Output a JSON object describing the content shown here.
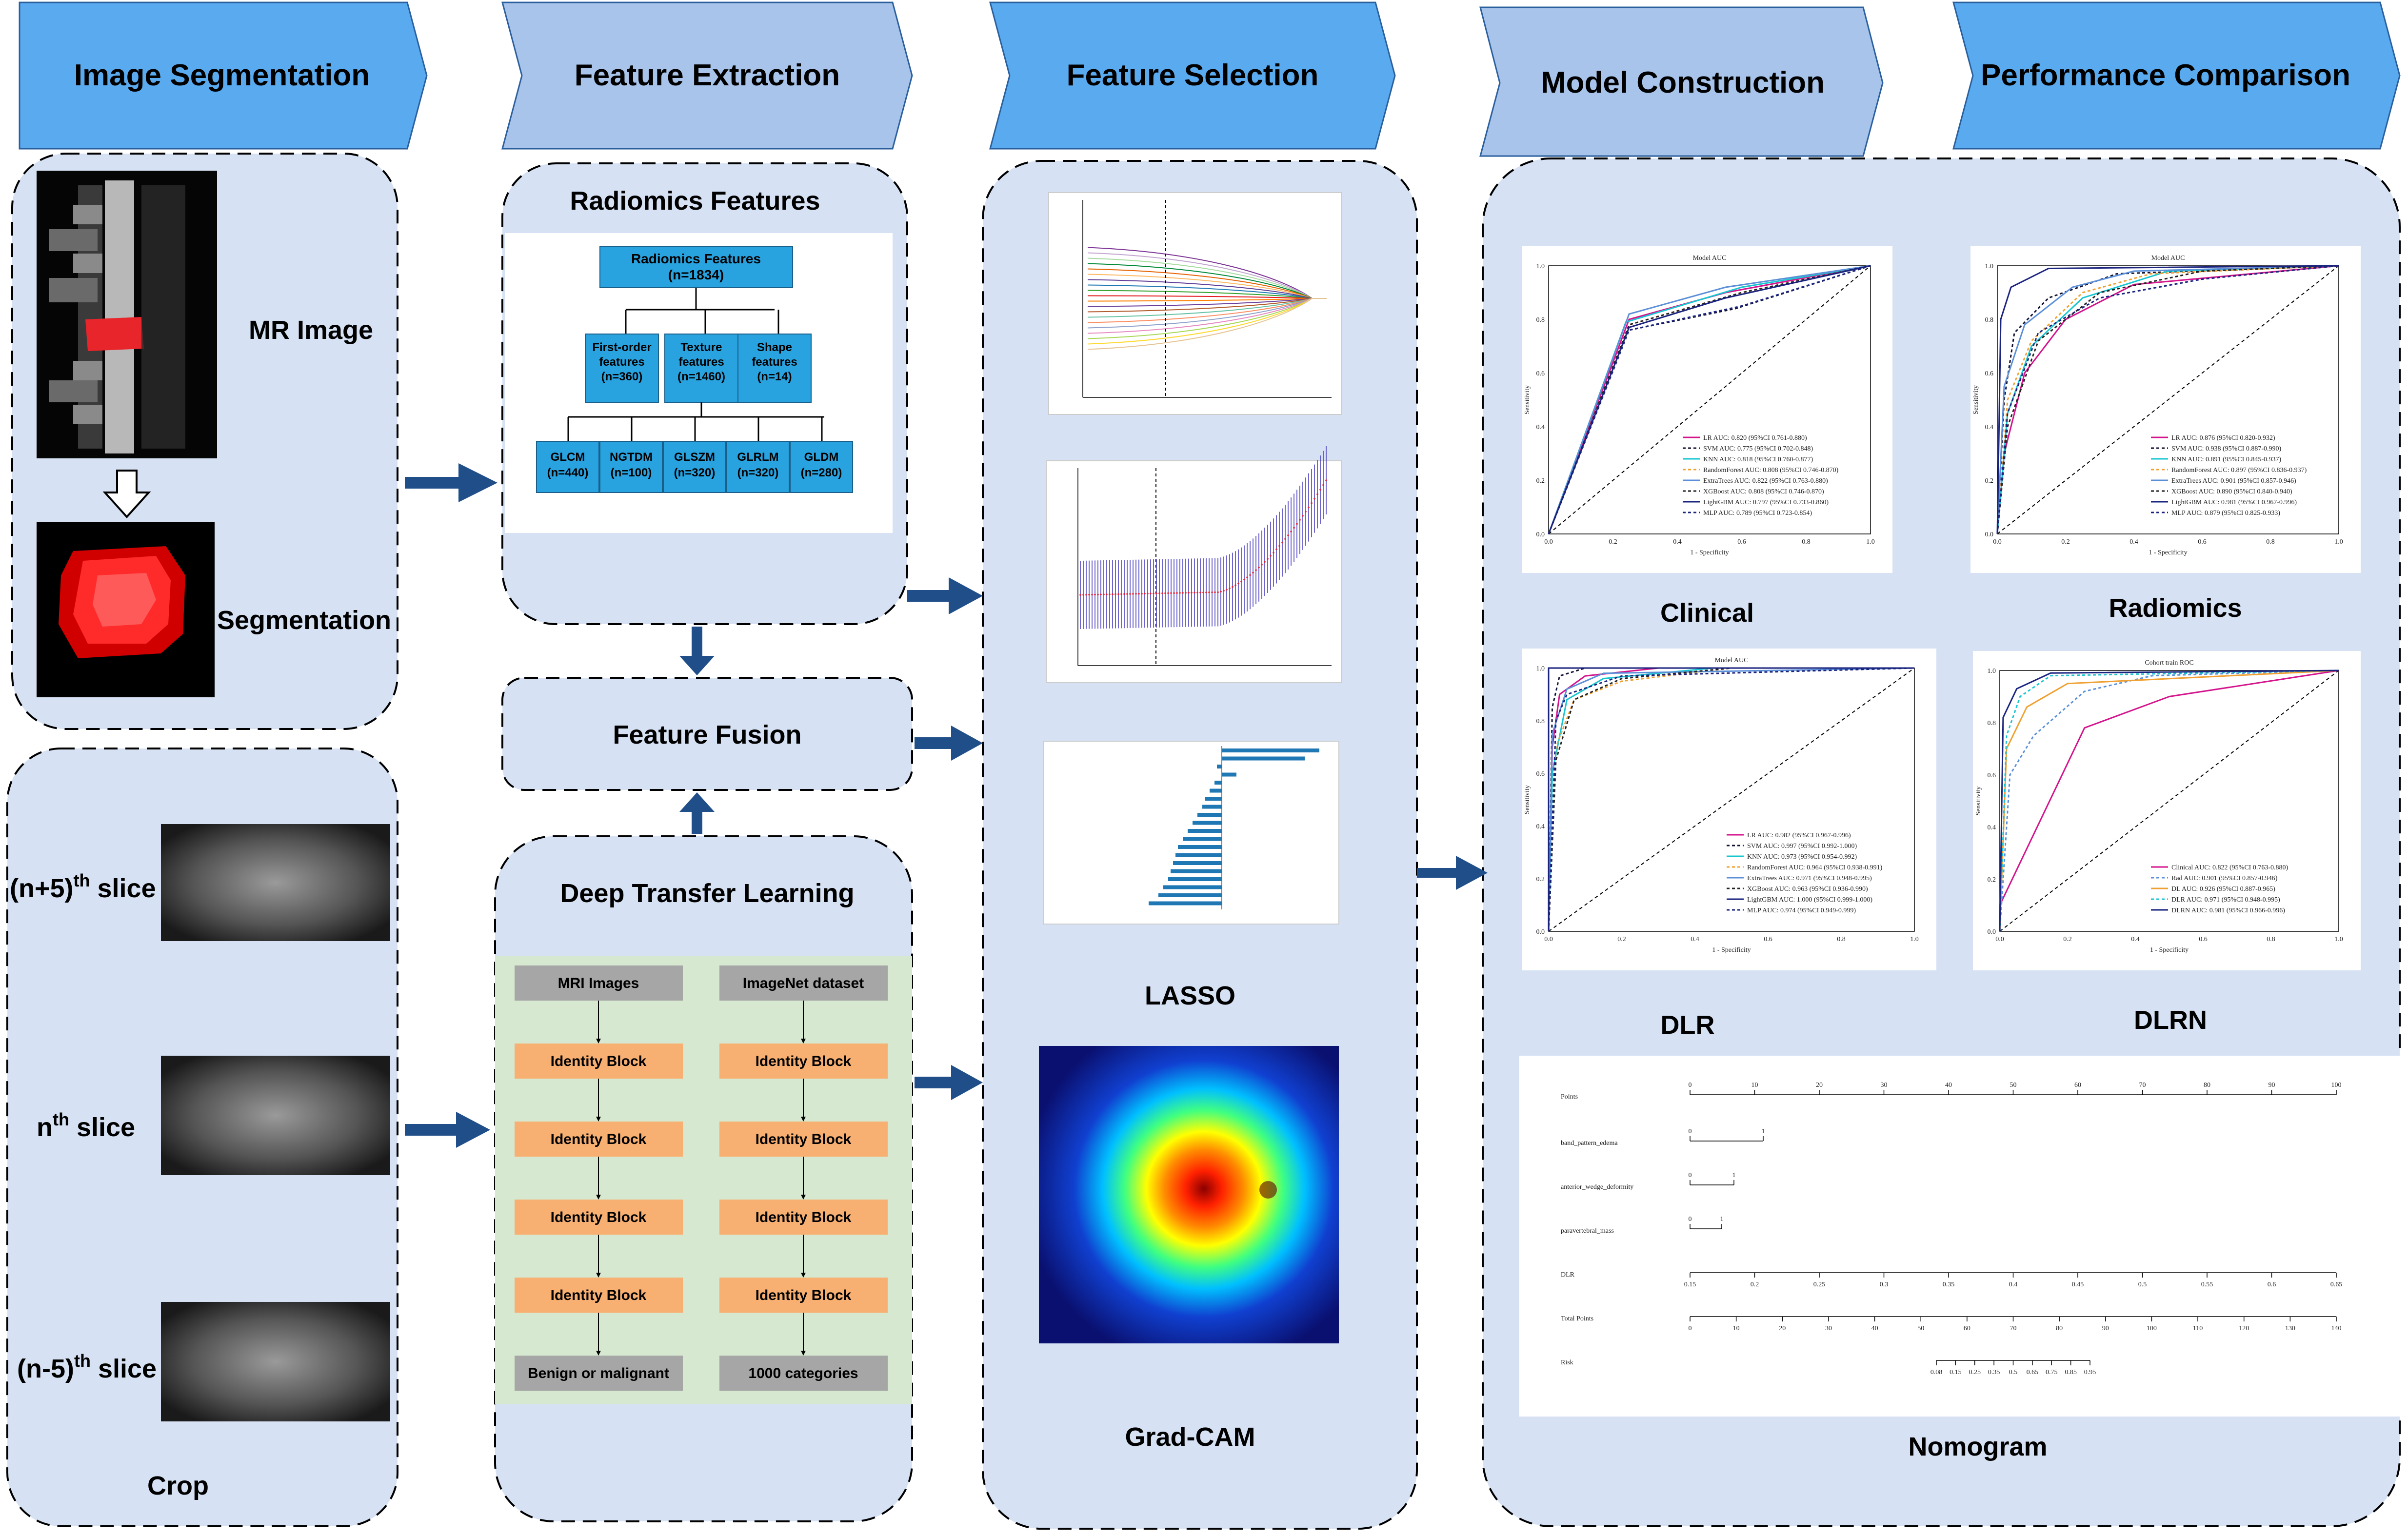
{
  "stages": [
    "Image Segmentation",
    "Feature Extraction",
    "Feature Selection",
    "Model Construction",
    "Performance Comparison"
  ],
  "segmentation": {
    "mr_label": "MR Image",
    "seg_label": "Segmentation"
  },
  "crop": {
    "slices": [
      {
        "base": "(n+5)",
        "sup": "th",
        "word": " slice"
      },
      {
        "base": "n",
        "sup": "th",
        "word": " slice"
      },
      {
        "base": "(n-5)",
        "sup": "th",
        "word": " slice"
      }
    ],
    "label": "Crop"
  },
  "radiomics": {
    "title": "Radiomics Features",
    "root": [
      "Radiomics Features",
      "(n=1834)"
    ],
    "level2": [
      [
        "First-order",
        "features",
        "(n=360)"
      ],
      [
        "Texture",
        "features",
        "(n=1460)"
      ],
      [
        "Shape",
        "features",
        "(n=14)"
      ]
    ],
    "level3": [
      [
        "GLCM",
        "(n=440)"
      ],
      [
        "NGTDM",
        "(n=100)"
      ],
      [
        "GLSZM",
        "(n=320)"
      ],
      [
        "GLRLM",
        "(n=320)"
      ],
      [
        "GLDM",
        "(n=280)"
      ]
    ]
  },
  "fusion": "Feature Fusion",
  "dtl": {
    "title": "Deep Transfer Learning",
    "left": [
      "MRI Images",
      "Identity Block",
      "Identity Block",
      "Identity Block",
      "Identity Block",
      "Benign or malignant"
    ],
    "right": [
      "ImageNet dataset",
      "Identity Block",
      "Identity Block",
      "Identity Block",
      "Identity Block",
      "1000 categories"
    ]
  },
  "selection": {
    "lasso": "LASSO",
    "gradcam": "Grad-CAM"
  },
  "panels": {
    "clinical": "Clinical",
    "radiomics": "Radiomics",
    "dlr": "DLR",
    "dlrn": "DLRN",
    "nomogram": "Nomogram"
  },
  "roc_titles": {
    "model_auc": "Model AUC",
    "cohort": "Cohort train ROC"
  },
  "roc_axis": {
    "x": "1 - Specificity",
    "y": "Sensitivity"
  },
  "clinical_legend": [
    "LR AUC: 0.820 (95%CI 0.761-0.880)",
    "SVM AUC: 0.775 (95%CI 0.702-0.848)",
    "KNN AUC: 0.818 (95%CI 0.760-0.877)",
    "RandomForest AUC: 0.808 (95%CI 0.746-0.870)",
    "ExtraTrees AUC: 0.822 (95%CI 0.763-0.880)",
    "XGBoost AUC: 0.808 (95%CI 0.746-0.870)",
    "LightGBM AUC: 0.797 (95%CI 0.733-0.860)",
    "MLP AUC: 0.789 (95%CI 0.723-0.854)"
  ],
  "radiomics_legend": [
    "LR AUC: 0.876 (95%CI 0.820-0.932)",
    "SVM AUC: 0.938 (95%CI 0.887-0.990)",
    "KNN AUC: 0.891 (95%CI 0.845-0.937)",
    "RandomForest AUC: 0.897 (95%CI 0.836-0.937)",
    "ExtraTrees AUC: 0.901 (95%CI 0.857-0.946)",
    "XGBoost AUC: 0.890 (95%CI 0.840-0.940)",
    "LightGBM AUC: 0.981 (95%CI 0.967-0.996)",
    "MLP AUC: 0.879 (95%CI 0.825-0.933)"
  ],
  "dlr_legend": [
    "LR AUC: 0.982 (95%CI 0.967-0.996)",
    "SVM AUC: 0.997 (95%CI 0.992-1.000)",
    "KNN AUC: 0.973 (95%CI 0.954-0.992)",
    "RandomForest AUC: 0.964 (95%CI 0.938-0.991)",
    "ExtraTrees AUC: 0.971 (95%CI 0.948-0.995)",
    "XGBoost AUC: 0.963 (95%CI 0.936-0.990)",
    "LightGBM AUC: 1.000 (95%CI 0.999-1.000)",
    "MLP AUC: 0.974 (95%CI 0.949-0.999)"
  ],
  "dlrn_legend": [
    "Clinical AUC: 0.822 (95%CI 0.763-0.880)",
    "Rad AUC: 0.901 (95%CI 0.857-0.946)",
    "DL AUC: 0.926 (95%CI 0.887-0.965)",
    "DLR AUC: 0.971 (95%CI 0.948-0.995)",
    "DLRN AUC: 0.981 (95%CI 0.966-0.996)"
  ],
  "legend_colors": [
    "#d4148c",
    "#111133",
    "#18c6d0",
    "#f0a030",
    "#5b8fd8",
    "#222222",
    "#1a237e",
    "#1a237e"
  ],
  "dlrn_colors": [
    "#d4148c",
    "#5b8fd8",
    "#f0a030",
    "#18c6d0",
    "#1a237e"
  ],
  "nomogram": {
    "rows": [
      "Points",
      "band_pattern_edema",
      "anterior_wedge_deformity",
      "paravertebral_mass",
      "DLR",
      "Total Points",
      "Risk"
    ],
    "points_ticks": [
      "0",
      "10",
      "20",
      "30",
      "40",
      "50",
      "60",
      "70",
      "80",
      "90",
      "100"
    ],
    "dlr_ticks": [
      "0.15",
      "0.2",
      "0.25",
      "0.3",
      "0.35",
      "0.4",
      "0.45",
      "0.5",
      "0.55",
      "0.6",
      "0.65"
    ],
    "total_ticks": [
      "0",
      "10",
      "20",
      "30",
      "40",
      "50",
      "60",
      "70",
      "80",
      "90",
      "100",
      "110",
      "120",
      "130",
      "140"
    ],
    "risk_ticks": [
      "0.08",
      "0.15",
      "0.25",
      "0.35",
      "0.5",
      "0.65",
      "0.75",
      "0.85",
      "0.95"
    ],
    "binary_ticks": [
      "0",
      "1"
    ]
  },
  "colors": {
    "header_dark": "#5aaaf0",
    "header_light": "#a8c4ea",
    "panel_bg": "#d6e2f4",
    "tree_box": "#29a3e0",
    "dtl_bg": "#d6e8d0",
    "gray_box": "#a6a6a6",
    "orange_box": "#f8b072",
    "arrow": "#1f4e89"
  }
}
